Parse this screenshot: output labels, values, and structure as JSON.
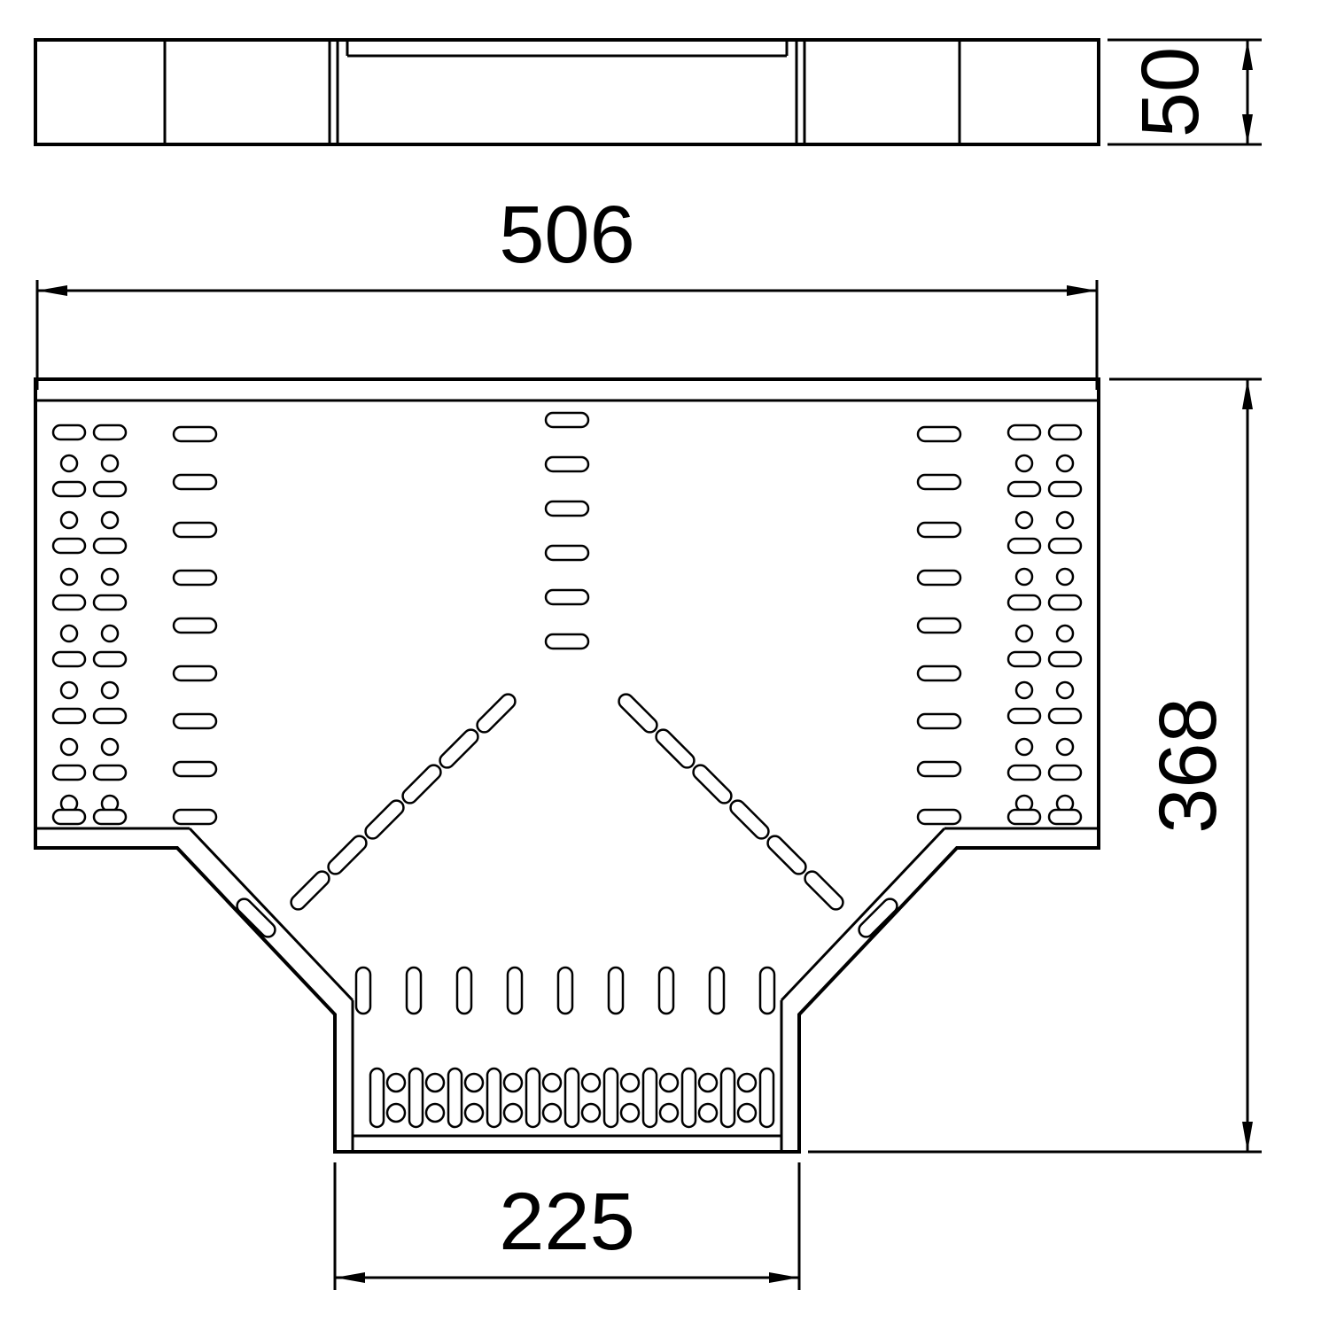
{
  "drawing": {
    "type": "technical-drawing",
    "subject": "cable-tray-t-branch",
    "background": "#ffffff",
    "line_color": "#000000",
    "dimensions": {
      "overall_width": "506",
      "side_height": "50",
      "overall_depth": "368",
      "branch_width": "225"
    }
  }
}
